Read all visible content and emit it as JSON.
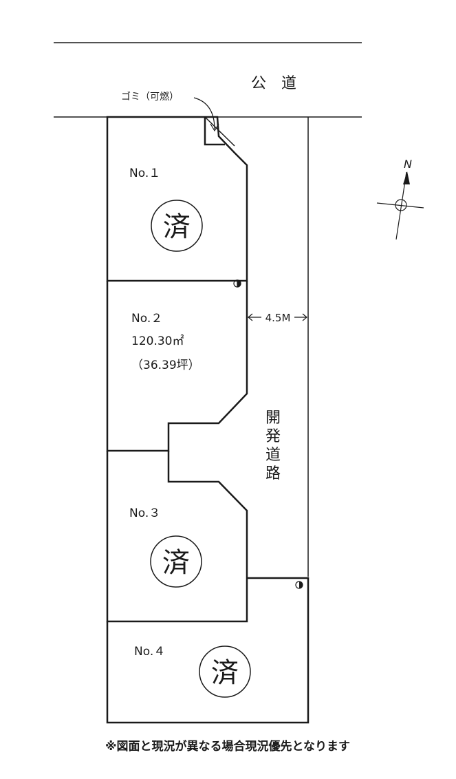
{
  "road": {
    "public_road_label": "公　道",
    "dev_road_chars": [
      "開",
      "発",
      "道",
      "路"
    ],
    "width_label": "4.5M"
  },
  "garbage": {
    "label": "ゴミ（可燃）"
  },
  "compass": {
    "north_label": "N"
  },
  "lots": [
    {
      "name": "No.１",
      "status": "済"
    },
    {
      "name": "No.２",
      "area": "120.30㎡",
      "tsubo": "（36.39坪）"
    },
    {
      "name": "No.３",
      "status": "済"
    },
    {
      "name": "No.４",
      "status": "済"
    }
  ],
  "footer": {
    "note": "※図面と現況が異なる場合現況優先となります"
  }
}
